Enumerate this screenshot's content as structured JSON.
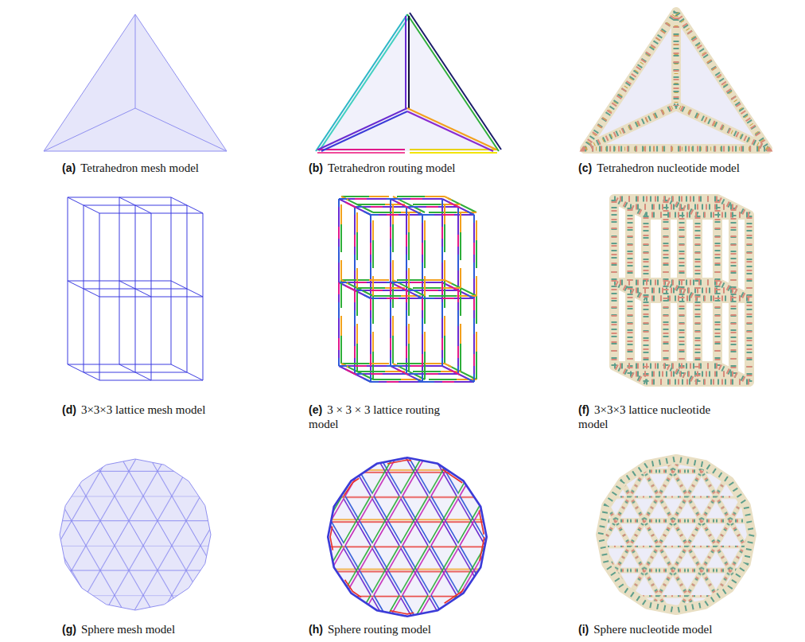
{
  "diagram": {
    "labels": [
      "(a)",
      "Tetrahedron mesh model",
      "(b)",
      "Tetrahedron routing model",
      "(c)",
      "Tetrahedron nucleotide model",
      "(d)",
      "3×3×3 lattice mesh model",
      "(e)",
      "3 × 3 × 3 lattice routing model",
      "(f)",
      "3×3×3 lattice nucleotide model",
      "(g)",
      "Sphere mesh model",
      "(h)",
      "Sphere routing model",
      "(i)",
      "Sphere nucleotide model"
    ]
  }
}
